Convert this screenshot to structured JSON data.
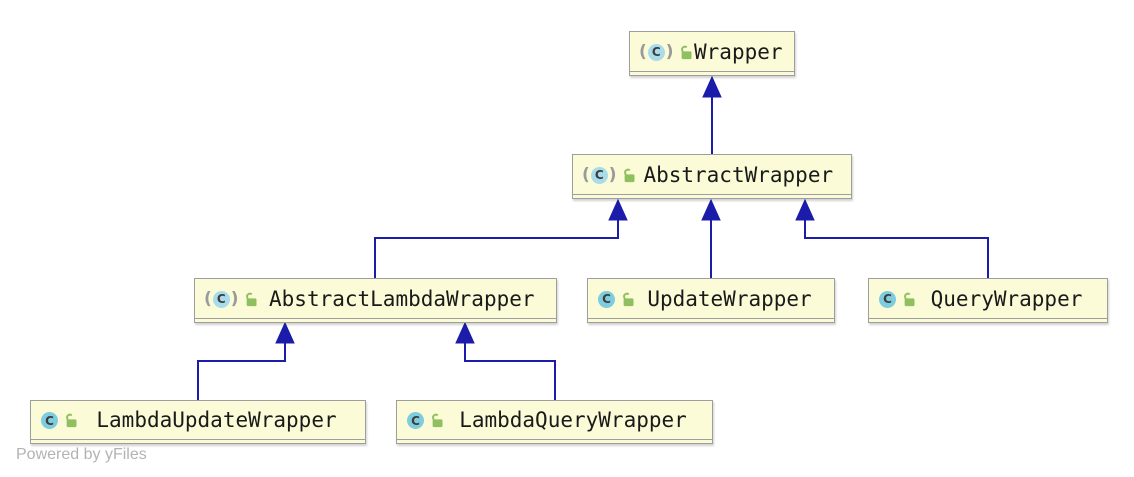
{
  "diagram": {
    "type": "uml-class-inheritance-diagram",
    "watermark": "Powered by yFiles",
    "colors": {
      "node_fill": "#fbfbd8",
      "node_border": "#9e9e9e",
      "edge_navy": "#1c1caa",
      "class_icon_blue": "#7ecddf",
      "abstract_class_icon_blue": "#a9dcea",
      "public_lock_green": "#8fbf5f",
      "text": "#1a1a1a",
      "watermark_gray": "#b3b3b3"
    },
    "nodes": [
      {
        "label": "Wrapper",
        "abstract": true,
        "icons": [
          "abstract-class-icon",
          "public-unlocked-icon"
        ]
      },
      {
        "label": "AbstractWrapper",
        "abstract": true,
        "icons": [
          "abstract-class-icon",
          "public-unlocked-icon"
        ]
      },
      {
        "label": "AbstractLambdaWrapper",
        "abstract": true,
        "icons": [
          "abstract-class-icon",
          "public-unlocked-icon"
        ]
      },
      {
        "label": "UpdateWrapper",
        "abstract": false,
        "icons": [
          "class-icon",
          "public-unlocked-icon"
        ]
      },
      {
        "label": "QueryWrapper",
        "abstract": false,
        "icons": [
          "class-icon",
          "public-unlocked-icon"
        ]
      },
      {
        "label": "LambdaUpdateWrapper",
        "abstract": false,
        "icons": [
          "class-icon",
          "public-unlocked-icon"
        ]
      },
      {
        "label": "LambdaQueryWrapper",
        "abstract": false,
        "icons": [
          "class-icon",
          "public-unlocked-icon"
        ]
      }
    ],
    "edges": [
      {
        "from": "AbstractWrapper",
        "to": "Wrapper",
        "type": "inheritance"
      },
      {
        "from": "AbstractLambdaWrapper",
        "to": "AbstractWrapper",
        "type": "inheritance"
      },
      {
        "from": "UpdateWrapper",
        "to": "AbstractWrapper",
        "type": "inheritance"
      },
      {
        "from": "QueryWrapper",
        "to": "AbstractWrapper",
        "type": "inheritance"
      },
      {
        "from": "LambdaUpdateWrapper",
        "to": "AbstractLambdaWrapper",
        "type": "inheritance"
      },
      {
        "from": "LambdaQueryWrapper",
        "to": "AbstractLambdaWrapper",
        "type": "inheritance"
      }
    ]
  }
}
